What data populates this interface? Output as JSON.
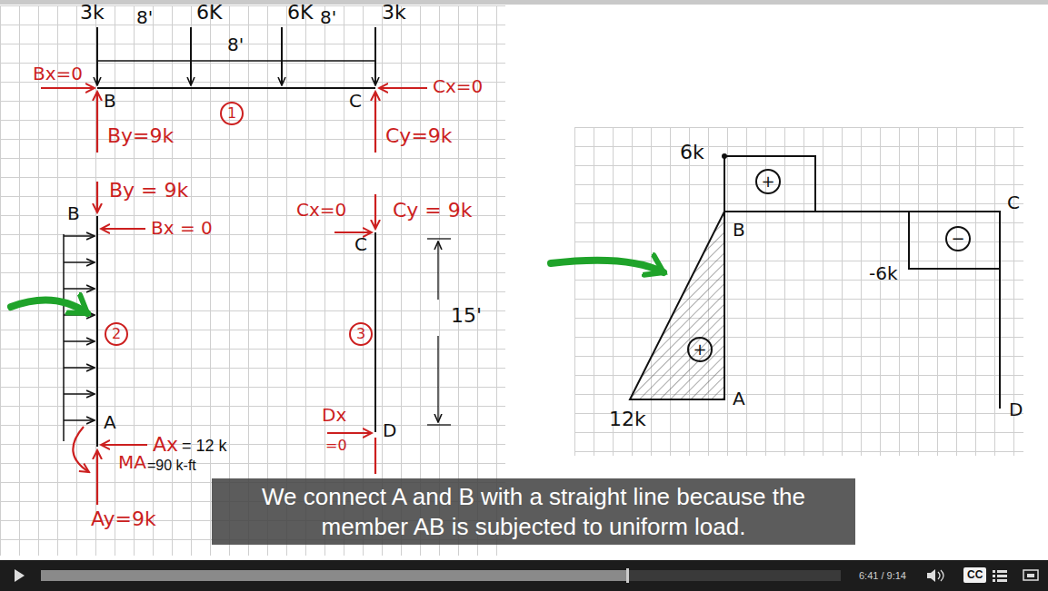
{
  "diagram": {
    "caption": "We connect A and B with a straight line because the member AB is subjected to uniform load.",
    "nodes": [
      {
        "text": [
          "1"
        ]
      },
      {
        "text": [
          "2"
        ]
      },
      {
        "text": [
          "3"
        ]
      },
      {
        "text": [
          "+"
        ]
      },
      {
        "text": [
          "−"
        ]
      },
      {
        "text": [
          "+"
        ]
      }
    ],
    "labels": [
      "3k",
      "8'",
      "6K",
      "6K",
      "8'",
      "8'",
      "3k",
      "Bx=0",
      "B",
      "C",
      "Cx=0",
      "By=9k",
      "Cy=9k",
      "By = 9k",
      "B",
      "Bx = 0",
      "Cx=0",
      "C",
      "Cy = 9k",
      "15'",
      "A",
      "Ax",
      "= 12 k",
      "MA",
      "=90 k-ft",
      "Ay=9k",
      "Dx",
      "=0",
      "D",
      "6k",
      "B",
      "C",
      "-6k",
      "12k",
      "A",
      "D",
      "6:41 / 9:14",
      "CC"
    ]
  }
}
